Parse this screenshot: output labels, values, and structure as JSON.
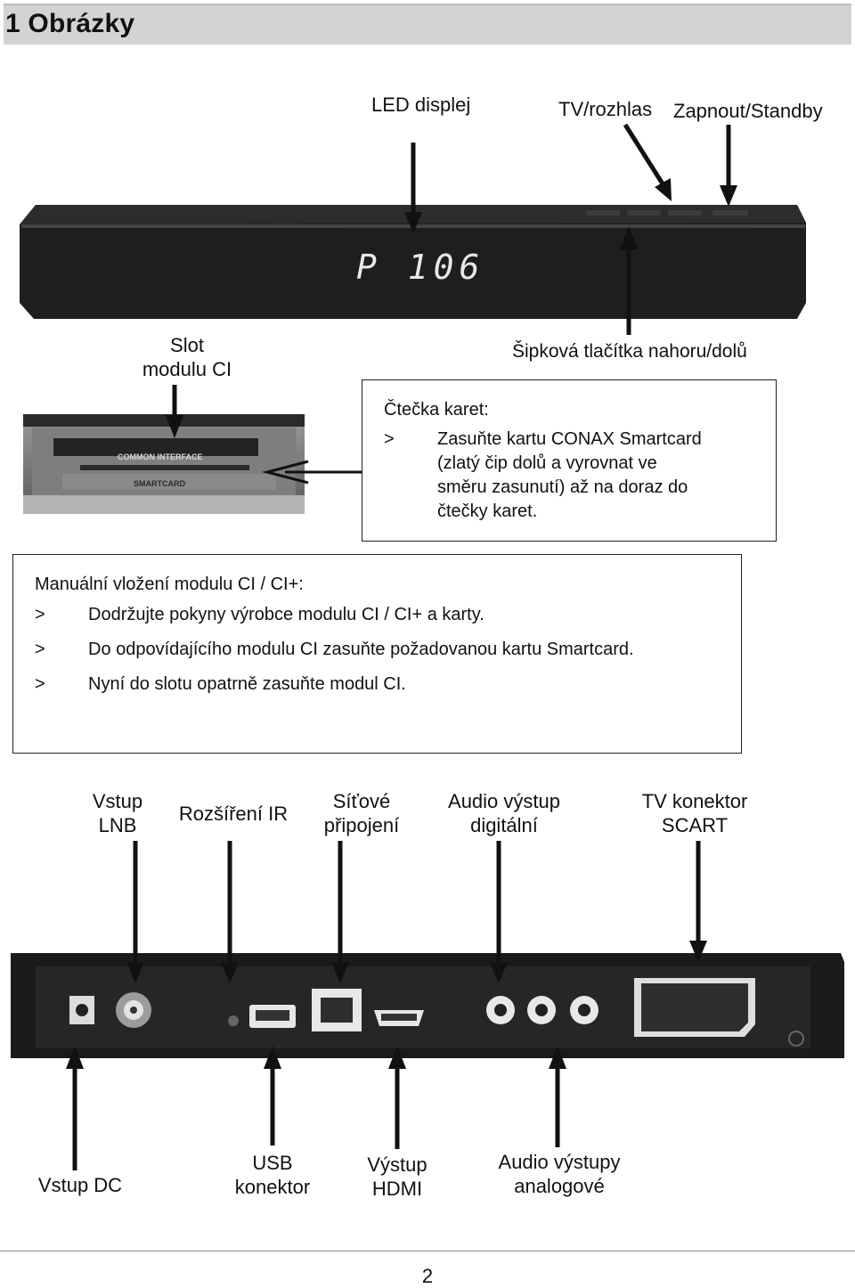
{
  "header": {
    "title": "1 Obrázky"
  },
  "front_labels": {
    "led": "LED displej",
    "tv_radio": "TV/rozhlas",
    "power": "Zapnout/Standby",
    "arrows": "Šipková tlačítka nahoru/dolů",
    "ci_slot_line1": "Slot",
    "ci_slot_line2": "modulu CI"
  },
  "display": {
    "text": "P 106"
  },
  "slot_print": {
    "common_interface": "COMMON INTERFACE",
    "smartcard": "SMARTCARD"
  },
  "card_reader": {
    "title": "Čtečka karet:",
    "bullet": ">",
    "lines": [
      "Zasuňte kartu CONAX Smartcard",
      "(zlatý čip dolů a vyrovnat ve",
      "směru zasunutí) až na doraz do",
      "čtečky karet."
    ]
  },
  "manual_ci": {
    "title": "Manuální vložení modulu CI / CI+:",
    "bullet": ">",
    "items": [
      "Dodržujte pokyny výrobce modulu CI / CI+ a karty.",
      "Do odpovídajícího modulu CI zasuňte požadovanou kartu Smartcard.",
      "Nyní do slotu opatrně zasuňte modul CI."
    ]
  },
  "rear_top_labels": {
    "lnb": [
      "Vstup",
      "LNB"
    ],
    "ir": "Rozšíření IR",
    "network": [
      "Síťové",
      "připojení"
    ],
    "audio_digital": [
      "Audio výstup",
      "digitální"
    ],
    "scart": [
      "TV konektor",
      "SCART"
    ]
  },
  "rear_bottom_labels": {
    "dc": "Vstup DC",
    "usb": [
      "USB",
      "konektor"
    ],
    "hdmi": [
      "Výstup",
      "HDMI"
    ],
    "audio_analog": [
      "Audio výstupy",
      "analogové"
    ]
  },
  "footer": {
    "page": "2"
  },
  "colors": {
    "header_bg": "#d3d3d3",
    "device": "#1c1c1c",
    "display_red": "#e8e8e8"
  }
}
